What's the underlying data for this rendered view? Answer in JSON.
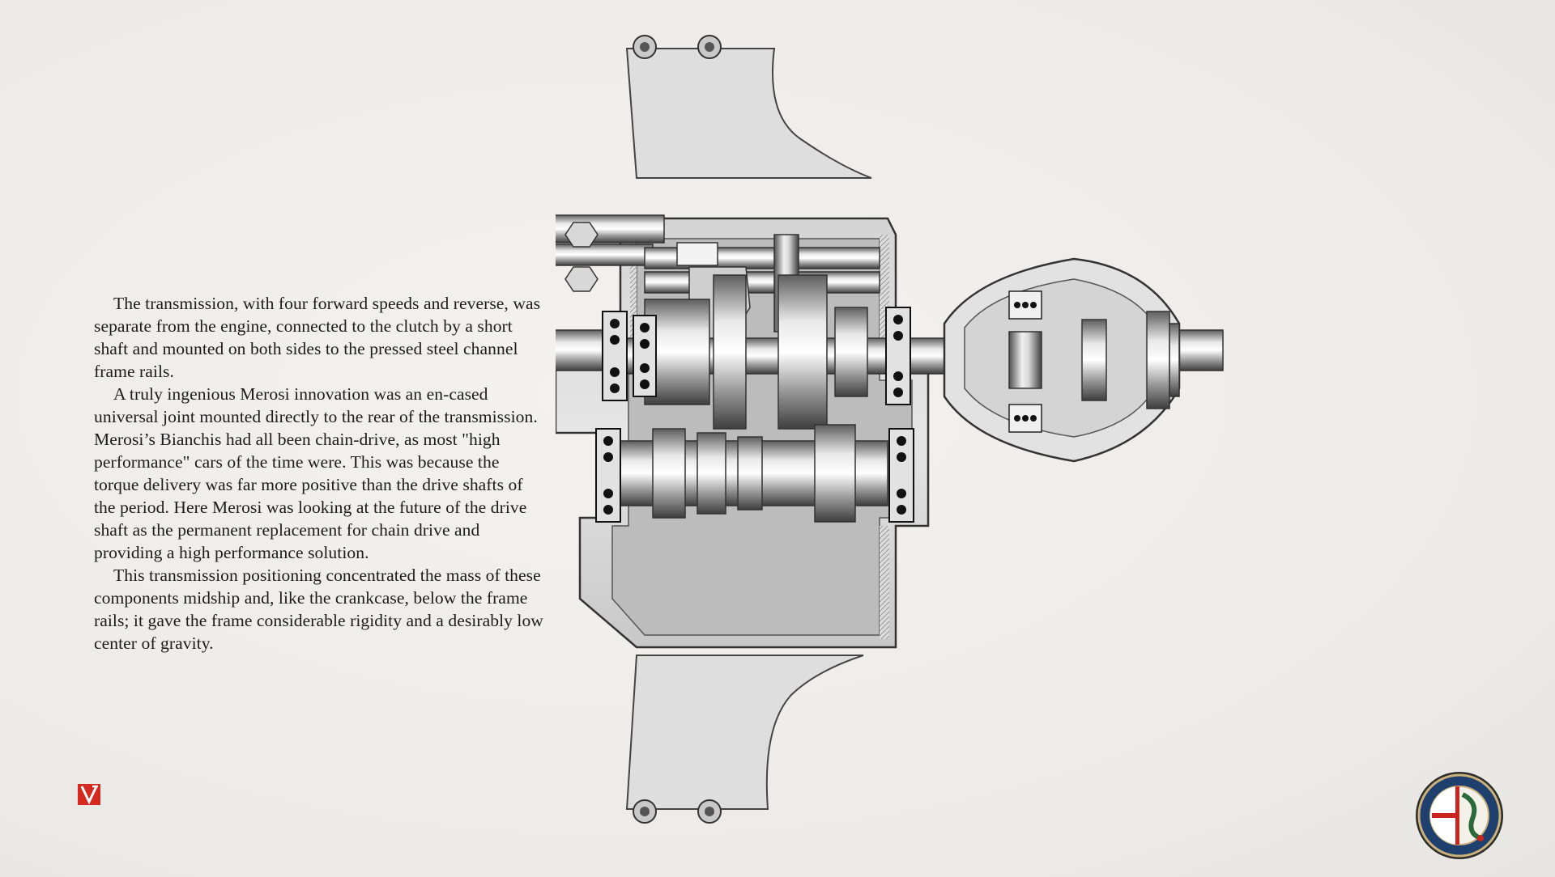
{
  "article": {
    "paragraphs": [
      "The transmission, with four forward speeds and reverse, was separate from the engine, connected to the clutch by a short shaft and mounted on both sides to the pressed steel channel frame rails.",
      "A truly ingenious Merosi innovation was an en-cased universal joint mounted directly to the rear of the transmission.  Merosi’s Bianchis had all been chain-drive, as most \"high performance\" cars of the time were. This was because the torque delivery was far more positive than the drive shafts of the period. Here Merosi was looking at the future of the drive shaft as the permanent replacement for chain drive and providing a high performance solution.",
      "This transmission positioning concentrated the mass of these components midship and, like the crankcase, below the frame rails; it gave the frame considerable rigidity and a desirably low center of gravity."
    ]
  },
  "logos": {
    "left_mark": "v-logo-icon",
    "badge": "alfa-romeo-badge-icon"
  },
  "colors": {
    "accent_red": "#d42a20",
    "badge_blue": "#1f3f6e"
  }
}
